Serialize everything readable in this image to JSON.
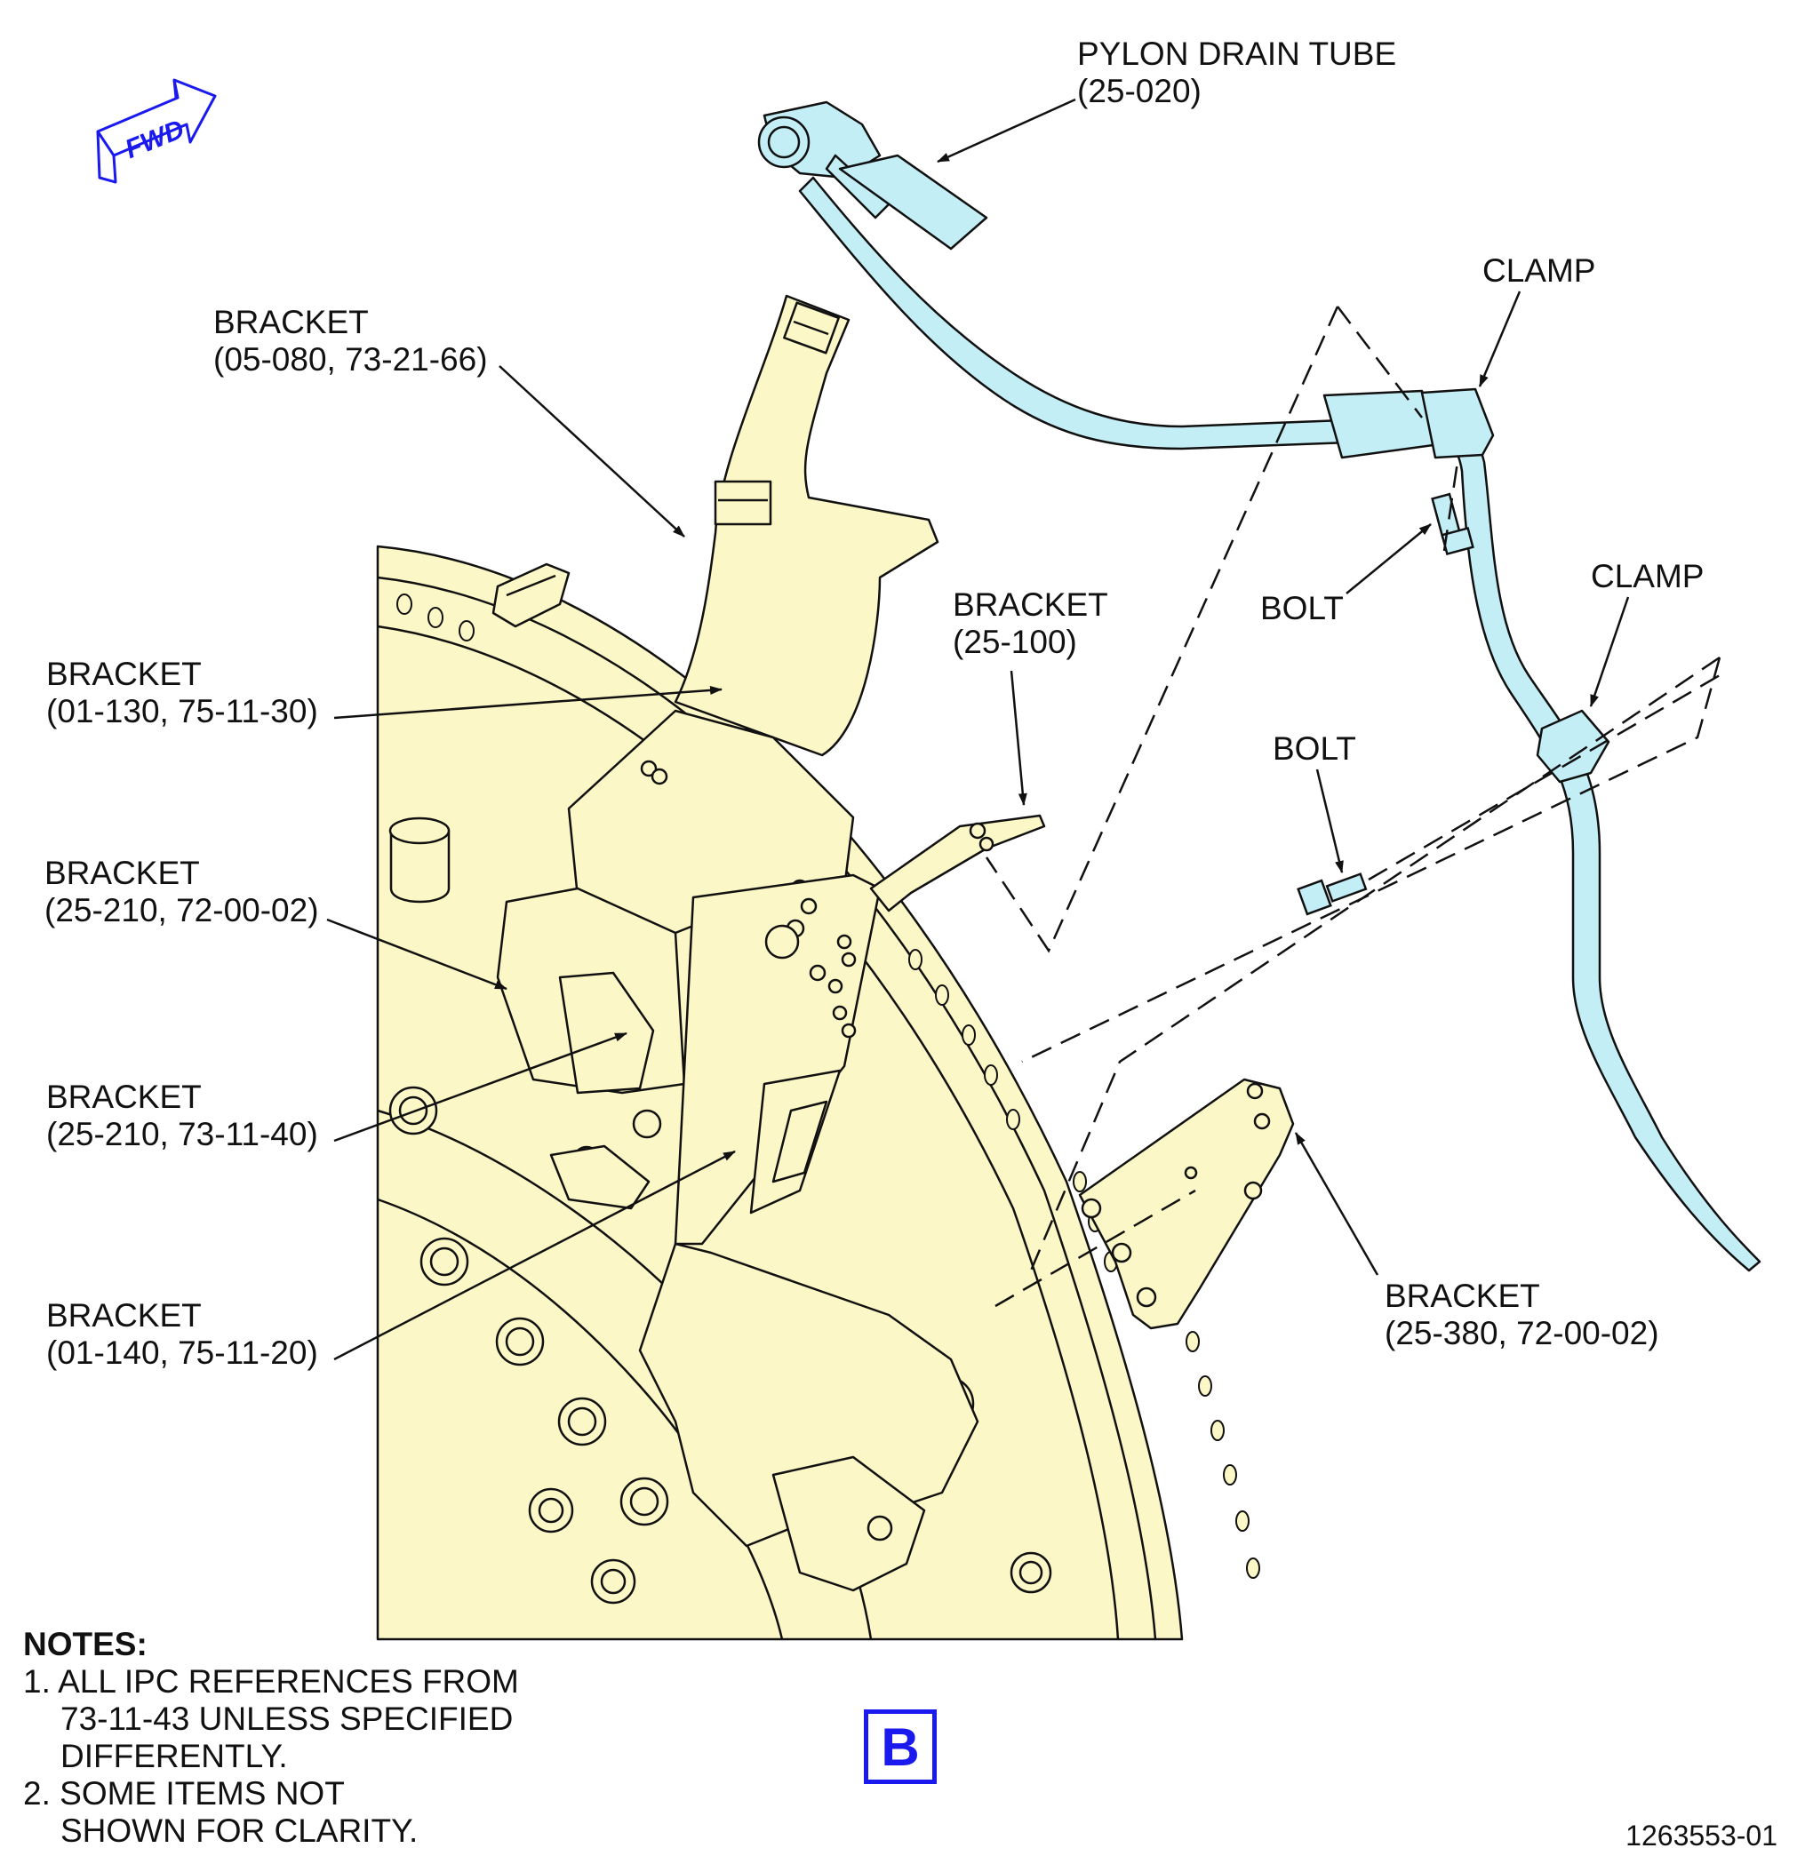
{
  "orientation": {
    "arrow_text": "FWD",
    "arrow_icon": "forward-direction-arrow-icon",
    "color": "#1a1aee"
  },
  "callouts": {
    "pylon_drain_tube": {
      "name": "PYLON DRAIN TUBE",
      "ref": "(25-020)"
    },
    "clamp_upper": {
      "name": "CLAMP"
    },
    "clamp_lower": {
      "name": "CLAMP"
    },
    "bolt_upper": {
      "name": "BOLT"
    },
    "bolt_lower": {
      "name": "BOLT"
    },
    "bracket_05_080": {
      "name": "BRACKET",
      "ref": "(05-080, 73-21-66)"
    },
    "bracket_25_100": {
      "name": "BRACKET",
      "ref": "(25-100)"
    },
    "bracket_01_130": {
      "name": "BRACKET",
      "ref": "(01-130, 75-11-30)"
    },
    "bracket_25_210_a": {
      "name": "BRACKET",
      "ref": "(25-210, 72-00-02)"
    },
    "bracket_25_210_b": {
      "name": "BRACKET",
      "ref": "(25-210, 73-11-40)"
    },
    "bracket_01_140": {
      "name": "BRACKET",
      "ref": "(01-140, 75-11-20)"
    },
    "bracket_25_380": {
      "name": "BRACKET",
      "ref": "(25-380, 72-00-02)"
    }
  },
  "notes": {
    "heading": "NOTES:",
    "note1_line1": "1. ALL IPC REFERENCES FROM",
    "note1_line2": "73-11-43 UNLESS SPECIFIED",
    "note1_line3": "DIFFERENTLY.",
    "note2_line1": "2. SOME ITEMS NOT",
    "note2_line2": "SHOWN FOR CLARITY."
  },
  "view_label": "B",
  "figure_number": "1263553-01",
  "colors": {
    "structure_fill": "#fbf7c6",
    "tube_fill": "#c4eef5",
    "accent": "#1a1aee",
    "line": "#111111"
  }
}
